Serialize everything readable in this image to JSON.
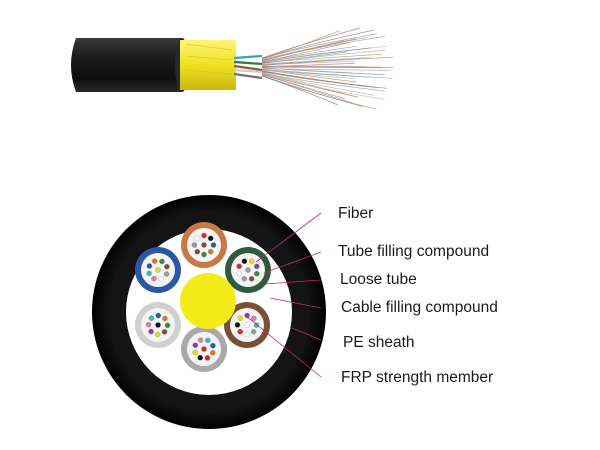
{
  "labels": [
    "Fiber",
    "Tube filling compound",
    "Loose tube",
    "Cable filling compound",
    "PE sheath",
    "FRP strength member"
  ],
  "colors": {
    "sheath": "#0b0b0b",
    "frp_yellow": "#f4ec18",
    "leader_line": "#c0287a",
    "tube_orange": "#c87a44",
    "tube_blue": "#2b57a6",
    "tube_green": "#2f5a3e",
    "tube_brown": "#7a4f34",
    "tube_white": "#d0d0d0",
    "tube_grey": "#a9a9a9",
    "yarn_yellow": "#efe21f"
  },
  "tubes": [
    {
      "name": "orange-loose-tube",
      "color": "#c87a44"
    },
    {
      "name": "green-loose-tube",
      "color": "#2f5a3e"
    },
    {
      "name": "brown-loose-tube",
      "color": "#7a4f34"
    },
    {
      "name": "grey-loose-tube",
      "color": "#a9a9a9"
    },
    {
      "name": "white-loose-tube",
      "color": "#d0d0d0"
    },
    {
      "name": "blue-loose-tube",
      "color": "#2b57a6"
    }
  ]
}
